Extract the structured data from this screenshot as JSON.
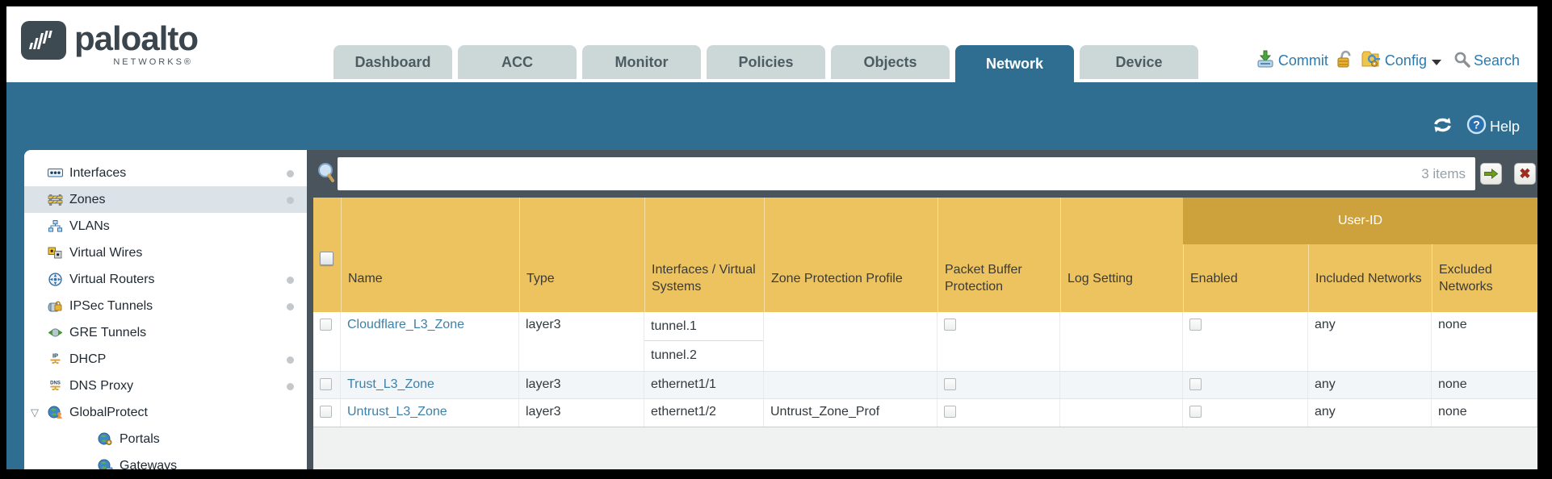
{
  "brand": {
    "name": "paloalto",
    "sub": "NETWORKS®"
  },
  "tabs": [
    {
      "label": "Dashboard",
      "active": false
    },
    {
      "label": "ACC",
      "active": false
    },
    {
      "label": "Monitor",
      "active": false
    },
    {
      "label": "Policies",
      "active": false
    },
    {
      "label": "Objects",
      "active": false
    },
    {
      "label": "Network",
      "active": true
    },
    {
      "label": "Device",
      "active": false
    }
  ],
  "top_actions": {
    "commit": "Commit",
    "config": "Config",
    "search": "Search"
  },
  "utility": {
    "help": "Help"
  },
  "filter": {
    "count": "3 items",
    "value": ""
  },
  "sidebar": {
    "items": [
      {
        "label": "Interfaces",
        "icon": "interfaces-icon",
        "dot": true
      },
      {
        "label": "Zones",
        "icon": "zones-icon",
        "dot": true,
        "selected": true
      },
      {
        "label": "VLANs",
        "icon": "vlans-icon",
        "dot": false
      },
      {
        "label": "Virtual Wires",
        "icon": "virtual-wires-icon",
        "dot": false
      },
      {
        "label": "Virtual Routers",
        "icon": "virtual-routers-icon",
        "dot": true
      },
      {
        "label": "IPSec Tunnels",
        "icon": "ipsec-tunnels-icon",
        "dot": true
      },
      {
        "label": "GRE Tunnels",
        "icon": "gre-tunnels-icon",
        "dot": false
      },
      {
        "label": "DHCP",
        "icon": "dhcp-icon",
        "dot": true
      },
      {
        "label": "DNS Proxy",
        "icon": "dns-proxy-icon",
        "dot": true
      },
      {
        "label": "GlobalProtect",
        "icon": "globalprotect-icon",
        "dot": false,
        "expanded": true
      },
      {
        "label": "Portals",
        "icon": "portals-icon",
        "child": true
      },
      {
        "label": "Gateways",
        "icon": "gateways-icon",
        "child": true
      }
    ]
  },
  "table": {
    "group_header": "User-ID",
    "columns": [
      "Name",
      "Type",
      "Interfaces / Virtual Systems",
      "Zone Protection Profile",
      "Packet Buffer Protection",
      "Log Setting",
      "Enabled",
      "Included Networks",
      "Excluded Networks"
    ],
    "rows": [
      {
        "name": "Cloudflare_L3_Zone",
        "type": "layer3",
        "interfaces": [
          "tunnel.1",
          "tunnel.2"
        ],
        "zone_protection_profile": "",
        "packet_buffer_protection": false,
        "log_setting": "",
        "user_id_enabled": false,
        "included_networks": "any",
        "excluded_networks": "none"
      },
      {
        "name": "Trust_L3_Zone",
        "type": "layer3",
        "interfaces": [
          "ethernet1/1"
        ],
        "zone_protection_profile": "",
        "packet_buffer_protection": false,
        "log_setting": "",
        "user_id_enabled": false,
        "included_networks": "any",
        "excluded_networks": "none"
      },
      {
        "name": "Untrust_L3_Zone",
        "type": "layer3",
        "interfaces": [
          "ethernet1/2"
        ],
        "zone_protection_profile": "Untrust_Zone_Prof",
        "packet_buffer_protection": false,
        "log_setting": "",
        "user_id_enabled": false,
        "included_networks": "any",
        "excluded_networks": "none"
      }
    ]
  },
  "colors": {
    "teal": "#2f6e90",
    "header_amber": "#ecc35f",
    "group_band": "#cda13c",
    "slate": "#49545c",
    "link_blue": "#3e80a8",
    "action_blue": "#2b7ab2"
  }
}
